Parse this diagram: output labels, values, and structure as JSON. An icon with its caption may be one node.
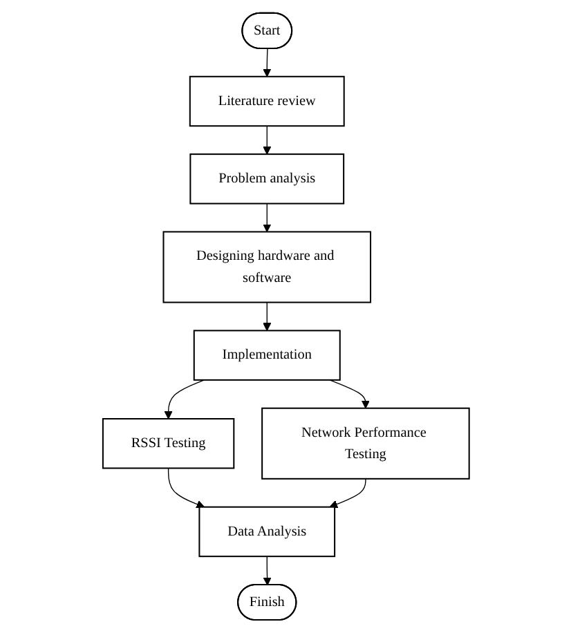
{
  "diagram": {
    "nodes": [
      {
        "text": [
          "Start"
        ]
      },
      {
        "text": [
          "Literature review"
        ]
      },
      {
        "text": [
          "Problem analysis"
        ]
      },
      {
        "text": [
          "Implementation"
        ]
      },
      {
        "text": [
          "Designing hardware and software"
        ]
      },
      {
        "text": [
          "RSSI Testing"
        ]
      },
      {
        "text": [
          "Network Performance Testing"
        ]
      },
      {
        "text": [
          "Data Analysis"
        ]
      },
      {
        "text": [
          "Finish"
        ]
      }
    ],
    "edges": [
      {
        "from": 0,
        "to": 1,
        "arrow": "to"
      },
      {
        "from": 1,
        "to": 2,
        "arrow": "to"
      },
      {
        "from": 2,
        "to": 4,
        "arrow": "to"
      },
      {
        "from": 4,
        "to": 3,
        "arrow": "to"
      },
      {
        "from": 3,
        "to": 5,
        "arrow": "to"
      },
      {
        "from": 3,
        "to": 6,
        "arrow": "to"
      },
      {
        "from": 5,
        "to": 7,
        "arrow": "to"
      },
      {
        "from": 6,
        "to": 7,
        "arrow": "to"
      },
      {
        "from": 7,
        "to": 8,
        "arrow": "to"
      }
    ]
  }
}
